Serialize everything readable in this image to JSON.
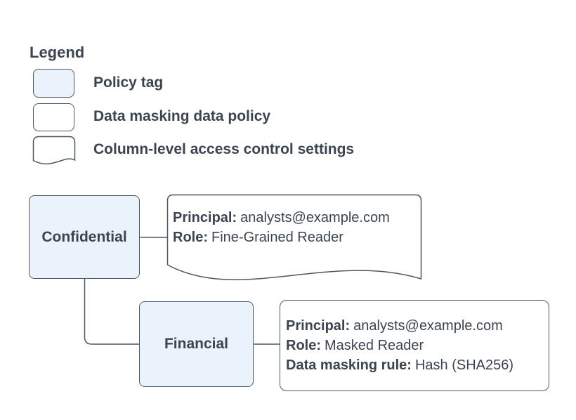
{
  "colors": {
    "background": "#ffffff",
    "policy_tag_fill": "#eaf2fc",
    "shape_border": "#4d5764",
    "text": "#3b4450"
  },
  "legend": {
    "title": "Legend",
    "items": [
      {
        "label": "Policy tag"
      },
      {
        "label": "Data masking data policy"
      },
      {
        "label": "Column-level access control settings"
      }
    ]
  },
  "diagram": {
    "policy_tags": [
      {
        "label": "Confidential"
      },
      {
        "label": "Financial"
      }
    ],
    "access_control_settings": {
      "lines": [
        {
          "label": "Principal:",
          "value": "analysts@example.com"
        },
        {
          "label": "Role:",
          "value": "Fine-Grained Reader"
        }
      ]
    },
    "data_masking_policy": {
      "lines": [
        {
          "label": "Principal:",
          "value": "analysts@example.com"
        },
        {
          "label": "Role:",
          "value": "Masked Reader"
        },
        {
          "label": "Data masking rule:",
          "value": "Hash (SHA256)"
        }
      ]
    }
  }
}
